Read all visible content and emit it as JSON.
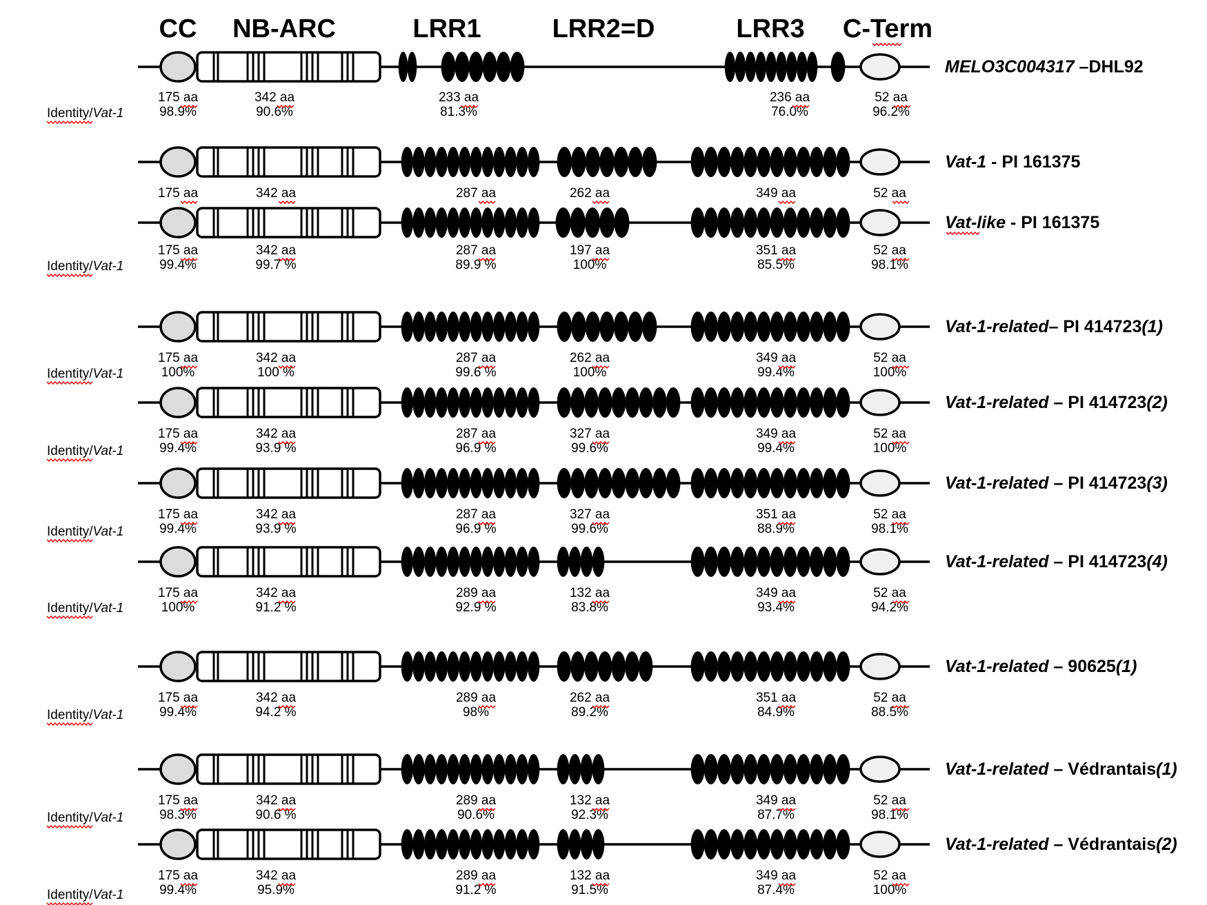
{
  "headers": {
    "cc": "CC",
    "nbarc": "NB-ARC",
    "lrr1": "LRR1",
    "lrr2": "LRR2=D",
    "lrr3": "LRR3",
    "cterm": "C-Term"
  },
  "identity_label": {
    "prefix": "Identity/",
    "italic": "Vat-1"
  },
  "colors": {
    "line": "#000000",
    "cc_fill": "#dcdcdc",
    "cterm_fill": "#f0f0f0",
    "lrr_fill": "#000000",
    "spellcheck_squiggle": "#e02020"
  },
  "rows": [
    {
      "name_parts": [
        {
          "text": "MELO3C004317",
          "italic": true
        },
        {
          "text": " –DHL92",
          "italic": false
        }
      ],
      "identity_label": true,
      "values": {
        "cc": [
          "175 aa",
          "98.9%"
        ],
        "nbarc": [
          "342 aa",
          "90.6%"
        ],
        "lrr1": [
          "233 aa",
          "81.3%"
        ],
        "lrr3": [
          "236 aa",
          "76.0%"
        ],
        "cterm": [
          "52 aa",
          "96.2%"
        ]
      },
      "lrr1_units": 8,
      "lrr2_units": 0,
      "lrr3_units": 9
    },
    {
      "name_parts": [
        {
          "text": "Vat-1",
          "italic": true
        },
        {
          "text": " - PI 161375",
          "italic": false
        }
      ],
      "identity_label": false,
      "values": {
        "cc": [
          "175 aa"
        ],
        "nbarc": [
          "342 aa"
        ],
        "lrr1": [
          "287 aa"
        ],
        "lrr2": [
          "262 aa"
        ],
        "lrr3": [
          "349 aa"
        ],
        "cterm": [
          "52 aa"
        ]
      },
      "lrr1_units": 12,
      "lrr2_units": 7,
      "lrr3_units": 12
    },
    {
      "name_parts": [
        {
          "text": "Vat-like",
          "italic": true
        },
        {
          "text": " - PI 161375",
          "italic": false
        }
      ],
      "identity_label": true,
      "values": {
        "cc": [
          "175 aa",
          "99.4%"
        ],
        "nbarc": [
          "342 aa",
          "99.7 %"
        ],
        "lrr1": [
          "287 aa",
          "89.9 %"
        ],
        "lrr2": [
          "197 aa",
          "100%"
        ],
        "lrr3": [
          "351 aa",
          "85.5%"
        ],
        "cterm": [
          "52 aa",
          "98.1%"
        ]
      },
      "lrr1_units": 12,
      "lrr2_units": 5,
      "lrr3_units": 12
    },
    {
      "name_parts": [
        {
          "text": "Vat-1-related",
          "italic": true
        },
        {
          "text": "– PI 414723",
          "italic": false
        },
        {
          "text": "(1)",
          "italic": true
        }
      ],
      "identity_label": true,
      "values": {
        "cc": [
          "175 aa",
          "100%"
        ],
        "nbarc": [
          "342 aa",
          "100 %"
        ],
        "lrr1": [
          "287 aa",
          "99.6 %"
        ],
        "lrr2": [
          "262 aa",
          "100%"
        ],
        "lrr3": [
          "349 aa",
          "99.4%"
        ],
        "cterm": [
          "52 aa",
          "100%"
        ]
      },
      "lrr1_units": 12,
      "lrr2_units": 7,
      "lrr3_units": 12
    },
    {
      "name_parts": [
        {
          "text": "Vat-1-related",
          "italic": true
        },
        {
          "text": " – PI 414723",
          "italic": false
        },
        {
          "text": "(2)",
          "italic": true
        }
      ],
      "identity_label": true,
      "values": {
        "cc": [
          "175 aa",
          "99.4%"
        ],
        "nbarc": [
          "342 aa",
          "93.9 %"
        ],
        "lrr1": [
          "287 aa",
          "96.9 %"
        ],
        "lrr2": [
          "327 aa",
          "99.6%"
        ],
        "lrr3": [
          "349 aa",
          "99.4%"
        ],
        "cterm": [
          "52 aa",
          "100%"
        ]
      },
      "lrr1_units": 12,
      "lrr2_units": 9,
      "lrr3_units": 12
    },
    {
      "name_parts": [
        {
          "text": "Vat-1-related",
          "italic": true
        },
        {
          "text": " – PI 414723",
          "italic": false
        },
        {
          "text": "(3)",
          "italic": true
        }
      ],
      "identity_label": true,
      "values": {
        "cc": [
          "175 aa",
          "99.4%"
        ],
        "nbarc": [
          "342 aa",
          "93.9 %"
        ],
        "lrr1": [
          "287 aa",
          "96.9 %"
        ],
        "lrr2": [
          "327 aa",
          "99.6%"
        ],
        "lrr3": [
          "351 aa",
          "88.9%"
        ],
        "cterm": [
          "52 aa",
          "98.1%"
        ]
      },
      "lrr1_units": 12,
      "lrr2_units": 9,
      "lrr3_units": 12
    },
    {
      "name_parts": [
        {
          "text": "Vat-1-related",
          "italic": true
        },
        {
          "text": " – PI 414723",
          "italic": false
        },
        {
          "text": "(4)",
          "italic": true
        }
      ],
      "identity_label": true,
      "values": {
        "cc": [
          "175 aa",
          "100%"
        ],
        "nbarc": [
          "342 aa",
          "91.2 %"
        ],
        "lrr1": [
          "289 aa",
          "92.9 %"
        ],
        "lrr2": [
          "132 aa",
          "83.8%"
        ],
        "lrr3": [
          "349 aa",
          "93.4%"
        ],
        "cterm": [
          "52 aa",
          "94.2%"
        ]
      },
      "lrr1_units": 12,
      "lrr2_units": 4,
      "lrr3_units": 12
    },
    {
      "name_parts": [
        {
          "text": "Vat-1-related",
          "italic": true
        },
        {
          "text": " – 90625",
          "italic": false
        },
        {
          "text": "(1)",
          "italic": true
        }
      ],
      "identity_label": true,
      "values": {
        "cc": [
          "175 aa",
          "99.4%"
        ],
        "nbarc": [
          "342 aa",
          "94.2 %"
        ],
        "lrr1": [
          "289 aa",
          "98%"
        ],
        "lrr2": [
          "262 aa",
          "89.2%"
        ],
        "lrr3": [
          "351 aa",
          "84.9%"
        ],
        "cterm": [
          "52 aa",
          "88.5%"
        ]
      },
      "lrr1_units": 12,
      "lrr2_units": 7,
      "lrr3_units": 12
    },
    {
      "name_parts": [
        {
          "text": "Vat-1-related",
          "italic": true
        },
        {
          "text": " – Védrantais",
          "italic": false
        },
        {
          "text": "(1)",
          "italic": true
        }
      ],
      "identity_label": true,
      "values": {
        "cc": [
          "175 aa",
          "98.3%"
        ],
        "nbarc": [
          "342 aa",
          "90.6 %"
        ],
        "lrr1": [
          "289 aa",
          "90.6%"
        ],
        "lrr2": [
          "132 aa",
          "92.3%"
        ],
        "lrr3": [
          "349 aa",
          "87.7%"
        ],
        "cterm": [
          "52 aa",
          "98.1%"
        ]
      },
      "lrr1_units": 12,
      "lrr2_units": 4,
      "lrr3_units": 12
    },
    {
      "name_parts": [
        {
          "text": "Vat-1-related",
          "italic": true
        },
        {
          "text": " – Védrantais",
          "italic": false
        },
        {
          "text": "(2)",
          "italic": true
        }
      ],
      "identity_label": true,
      "values": {
        "cc": [
          "175 aa",
          "99.4%"
        ],
        "nbarc": [
          "342 aa",
          "95.9%"
        ],
        "lrr1": [
          "289 aa",
          "91.2 %"
        ],
        "lrr2": [
          "132 aa",
          "91.5%"
        ],
        "lrr3": [
          "349 aa",
          "87.4%"
        ],
        "cterm": [
          "52 aa",
          "100%"
        ]
      },
      "lrr1_units": 12,
      "lrr2_units": 4,
      "lrr3_units": 12
    }
  ]
}
